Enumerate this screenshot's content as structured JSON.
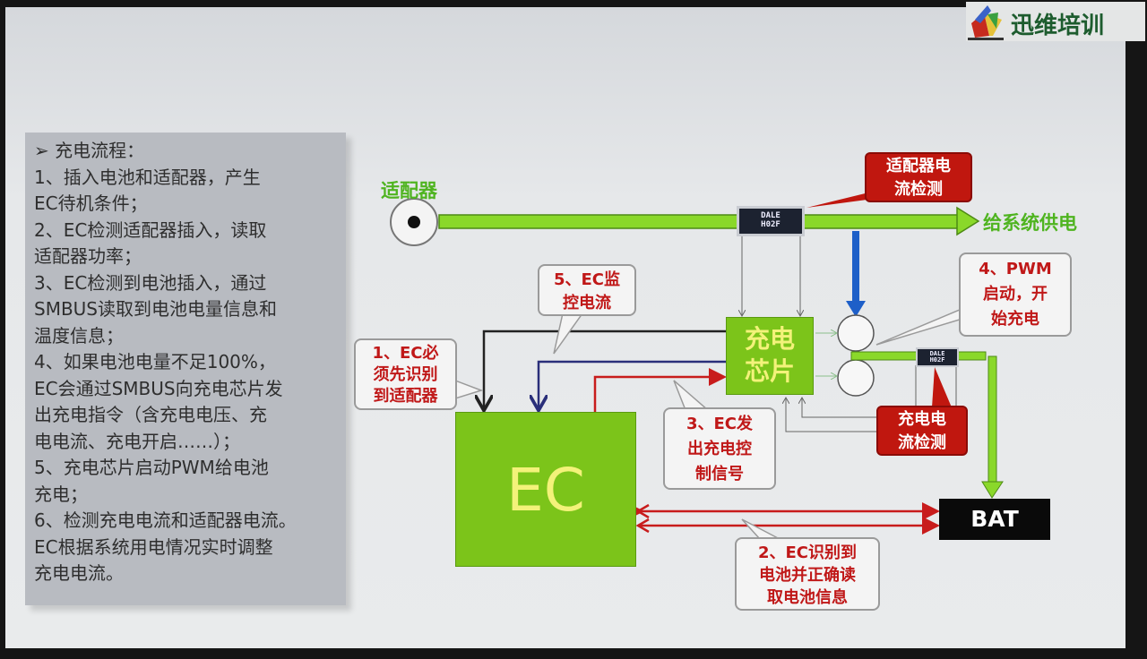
{
  "logo": {
    "text": "迅维培训"
  },
  "panel": {
    "lines": [
      "➢ 充电流程：",
      "1、插入电池和适配器，产生",
      "EC待机条件；",
      "2、EC检测适配器插入，读取",
      "适配器功率；",
      "3、EC检测到电池插入，通过",
      "SMBUS读取到电池电量信息和",
      "温度信息；",
      "4、如果电池电量不足100%，",
      "EC会通过SMBUS向充电芯片发",
      "出充电指令（含充电电压、充",
      "电电流、充电开启……）；",
      "5、充电芯片启动PWM给电池",
      "充电；",
      "6、检测充电电流和适配器电流。",
      "EC根据系统用电情况实时调整",
      "充电电流。"
    ]
  },
  "diagram": {
    "adapter_label": "适配器",
    "system_power_label": "给系统供电",
    "resistor_label": [
      "DALE",
      "H02F"
    ],
    "charger_chip_label": [
      "充电",
      "芯片"
    ],
    "ec_label": "EC",
    "bat_label": "BAT",
    "callouts": {
      "adapter_current": [
        "适配器电",
        "流检测"
      ],
      "charge_current": [
        "充电电",
        "流检测"
      ],
      "step1": [
        "1、EC必",
        "须先识别",
        "到适配器"
      ],
      "step2": [
        "2、EC识别到",
        "电池并正确读",
        "取电池信息"
      ],
      "step3": [
        "3、EC发",
        "出充电控",
        "制信号"
      ],
      "step4": [
        "4、PWM",
        "启动，开",
        "始充电"
      ],
      "step5": [
        "5、EC监",
        "控电流"
      ]
    }
  }
}
